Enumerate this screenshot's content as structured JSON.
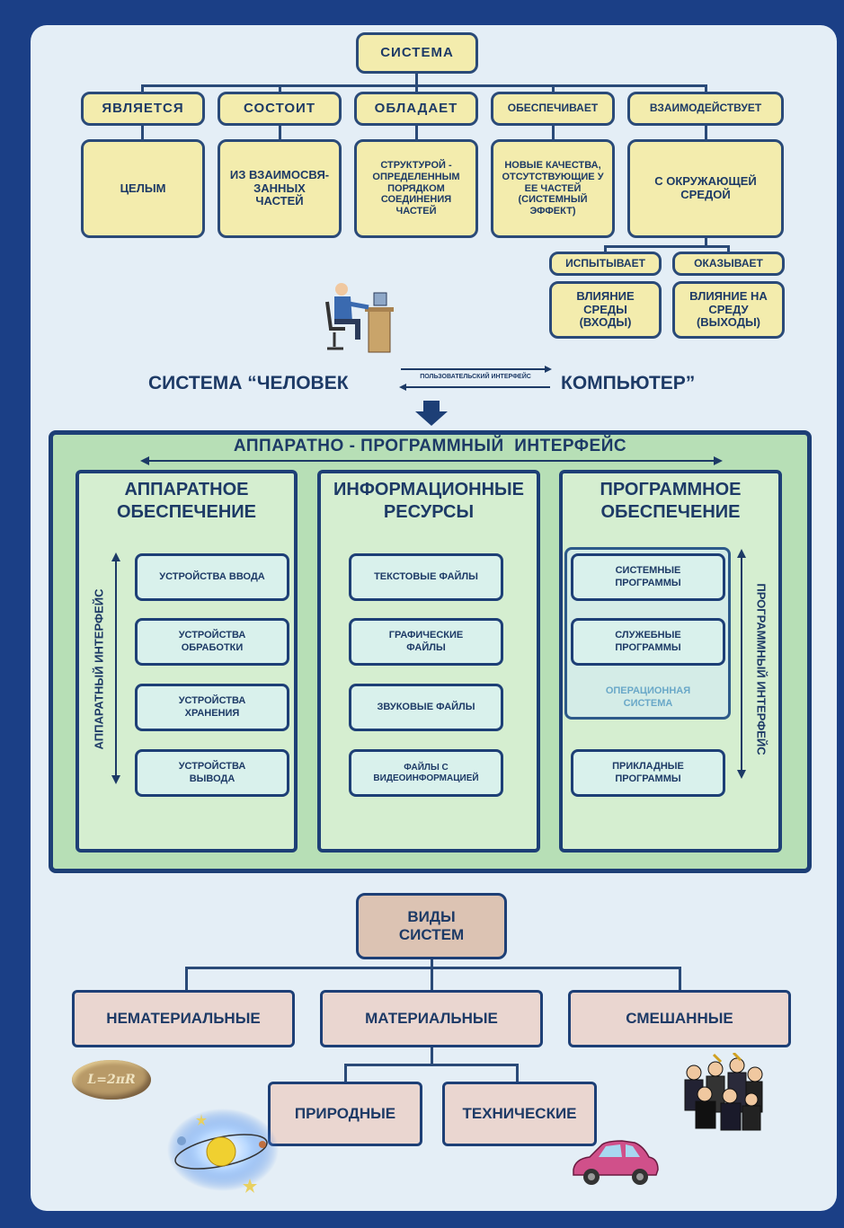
{
  "colors": {
    "frame": "#1b3f86",
    "panel": "#e4eef6",
    "box_yellow": "#f3ecad",
    "outline": "#2a4a78",
    "green": "#b7dfb6",
    "cell": "#d9f1ec",
    "pink": "#ead6d0"
  },
  "top": {
    "root": "СИСТЕМА",
    "relations": [
      {
        "label": "ЯВЛЯЕТСЯ",
        "value": "ЦЕЛЫМ"
      },
      {
        "label": "СОСТОИТ",
        "value": "ИЗ ВЗАИМОСВЯ-ЗАННЫХ ЧАСТЕЙ"
      },
      {
        "label": "ОБЛАДАЕТ",
        "value": "СТРУКТУРОЙ - ОПРЕДЕЛЕННЫМ ПОРЯДКОМ СОЕДИНЕНИЯ ЧАСТЕЙ"
      },
      {
        "label": "ОБЕСПЕЧИВАЕТ",
        "value": "НОВЫЕ КАЧЕСТВА, ОТСУТСТВУЮЩИЕ У ЕЕ ЧАСТЕЙ (СИСТЕМНЫЙ ЭФФЕКТ)"
      },
      {
        "label": "ВЗАИМОДЕЙСТВУЕТ",
        "value": "С ОКРУЖАЮЩЕЙ СРЕДОЙ"
      }
    ],
    "sub": [
      {
        "label": "ИСПЫТЫВАЕТ",
        "value": "ВЛИЯНИЕ СРЕДЫ (ВХОДЫ)"
      },
      {
        "label": "ОКАЗЫВАЕТ",
        "value": "ВЛИЯНИЕ НА СРЕДУ (ВЫХОДЫ)"
      }
    ]
  },
  "hc": {
    "left": "СИСТЕМА “ЧЕЛОВЕК",
    "right": "КОМПЬЮТЕР”",
    "link": "ПОЛЬЗОВАТЕЛЬСКИЙ ИНТЕРФЕЙС"
  },
  "interface": {
    "title": "АППАРАТНО - ПРОГРАММНЫЙ  ИНТЕРФЕЙС",
    "hardware": {
      "title": "АППАРАТНОЕ ОБЕСПЕЧЕНИЕ",
      "side": "АППАРАТНЫЙ ИНТЕРФЕЙС",
      "items": [
        "УСТРОЙСТВА ВВОДА",
        "УСТРОЙСТВА ОБРАБОТКИ",
        "УСТРОЙСТВА ХРАНЕНИЯ",
        "УСТРОЙСТВА ВЫВОДА"
      ]
    },
    "info": {
      "title": "ИНФОРМАЦИОННЫЕ РЕСУРСЫ",
      "items": [
        "ТЕКСТОВЫЕ ФАЙЛЫ",
        "ГРАФИЧЕСКИЕ ФАЙЛЫ",
        "ЗВУКОВЫЕ ФАЙЛЫ",
        "ФАЙЛЫ С ВИДЕОИНФОРМАЦИЕЙ"
      ]
    },
    "software": {
      "title": "ПРОГРАММНОЕ ОБЕСПЕЧЕНИЕ",
      "side": "ПРОГРАММНЫЙ ИНТЕРФЕЙС",
      "items": [
        "СИСТЕМНЫЕ ПРОГРАММЫ",
        "СЛУЖЕБНЫЕ ПРОГРАММЫ",
        "ПРИКЛАДНЫЕ ПРОГРАММЫ"
      ],
      "os": "ОПЕРАЦИОННАЯ СИСТЕМА"
    }
  },
  "types": {
    "root": "ВИДЫ СИСТЕМ",
    "level1": [
      "НЕМАТЕРИАЛЬНЫЕ",
      "МАТЕРИАЛЬНЫЕ",
      "СМЕШАННЫЕ"
    ],
    "level2": [
      "ПРИРОДНЫЕ",
      "ТЕХНИЧЕСКИЕ"
    ],
    "formula": "L=2πR"
  },
  "icons": [
    "person-at-computer-icon",
    "solar-system-icon",
    "car-icon",
    "crowd-icon",
    "stone-tablet-icon"
  ]
}
